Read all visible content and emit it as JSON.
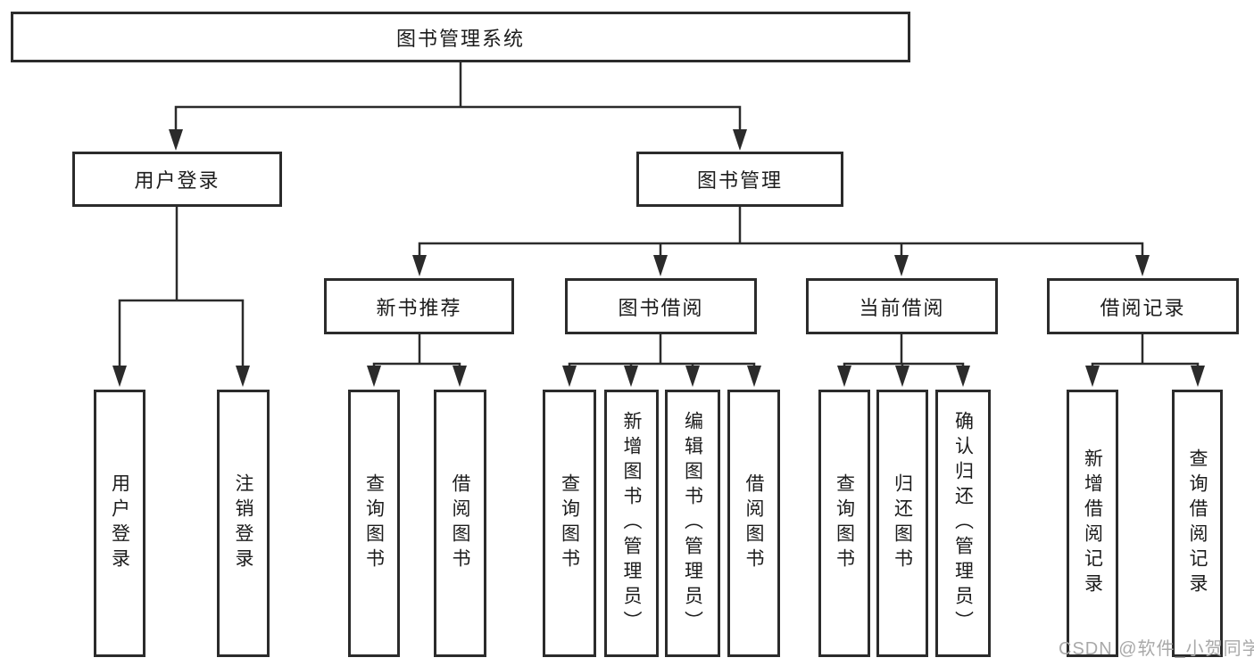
{
  "root": {
    "label": "图书管理系统"
  },
  "branches": [
    {
      "label": "用户登录",
      "leaves": [
        "用户登录",
        "注销登录"
      ]
    },
    {
      "label": "图书管理",
      "groups": [
        {
          "label": "新书推荐",
          "leaves": [
            "查询图书",
            "借阅图书"
          ]
        },
        {
          "label": "图书借阅",
          "leaves": [
            "查询图书",
            "新增图书（管理员）",
            "编辑图书（管理员）",
            "借阅图书"
          ]
        },
        {
          "label": "当前借阅",
          "leaves": [
            "查询图书",
            "归还图书",
            "确认归还（管理员）"
          ]
        },
        {
          "label": "借阅记录",
          "leaves": [
            "新增借阅记录",
            "查询借阅记录"
          ]
        }
      ]
    }
  ],
  "watermark": "CSDN @软件_小贺同学",
  "colors": {
    "line": "#2b2b2b",
    "text": "#1c1c1c",
    "box_bg": "#ffffff",
    "watermark": "#a9a9a9"
  }
}
